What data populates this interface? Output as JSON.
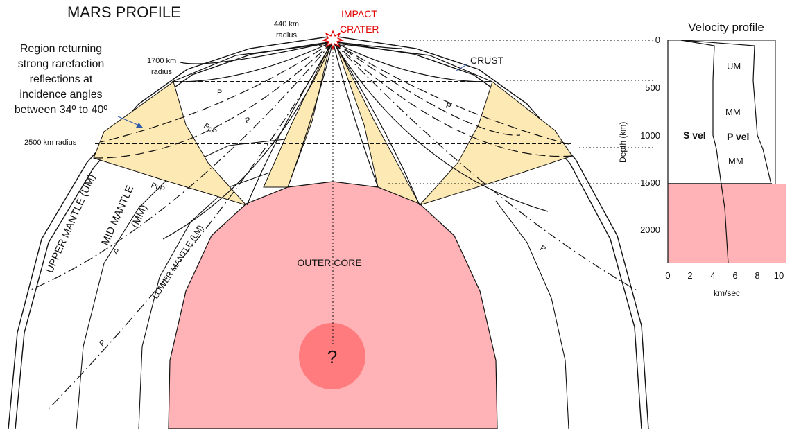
{
  "title": "MARS PROFILE",
  "impact": {
    "line1": "IMPACT",
    "line2": "CRATER"
  },
  "radius_440": {
    "line1": "440 km",
    "line2": "radius"
  },
  "radius_1700": {
    "line1": "1700 km",
    "line2": "radius"
  },
  "radius_2500": "2500 km radius",
  "crust_label": "CRUST",
  "annotation": {
    "line1": "Region returning",
    "line2": "strong rarefaction",
    "line3": "reflections at",
    "line4": "incidence angles",
    "line5": "between 34º to 40º"
  },
  "layers": {
    "upper": "UPPER MANTLE (UM)",
    "mid_line1": "MID MANTLE",
    "mid_line2": "(MM)",
    "lower": "LOWER MANTLE (LM)",
    "outer_core": "OUTER CORE",
    "inner": "?"
  },
  "ray_labels": {
    "p": "P",
    "pcp": "PcP"
  },
  "velocity_profile": {
    "title": "Velocity profile",
    "y_axis_label": "Depth (km)",
    "x_axis_label": "km/sec",
    "y_ticks": [
      "0",
      "500",
      "1000",
      "1500",
      "2000"
    ],
    "x_ticks": [
      "0",
      "2",
      "4",
      "6",
      "8",
      "10"
    ],
    "s_vel": "S vel",
    "p_vel": "P vel",
    "um": "UM",
    "mm1": "MM",
    "mm2": "MM"
  },
  "colors": {
    "core": "#ffb3b6",
    "inner_core": "#ff7b7e",
    "shaded_region": "#fde9b4",
    "impact": "#e00000",
    "annotation_arrow": "#2f5aa8"
  }
}
